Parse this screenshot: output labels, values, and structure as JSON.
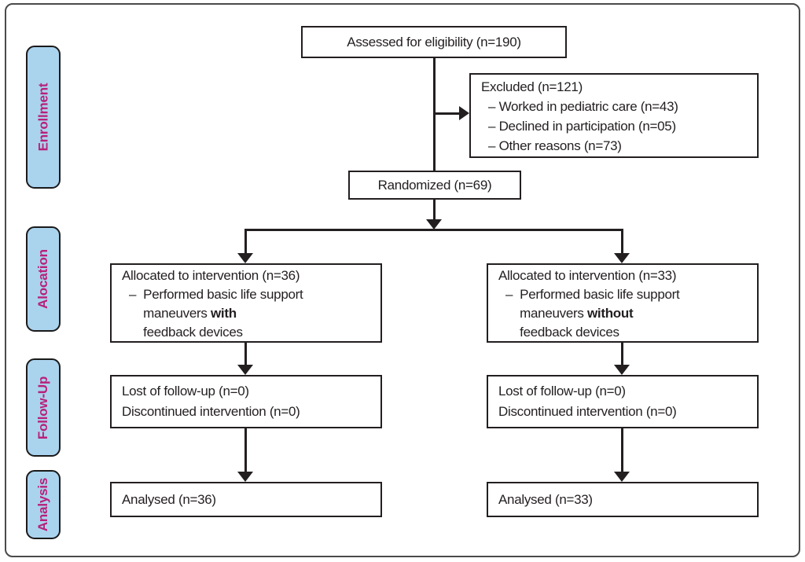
{
  "palette": {
    "stage_label_bg": "#aad3ee",
    "stage_label_text": "#b82079",
    "line_color": "#231f20",
    "box_border": "#231f20",
    "box_bg": "#ffffff"
  },
  "stage_labels": {
    "enrollment": "Enrollment",
    "allocation": "Alocation",
    "follow_up": "Follow-Up",
    "analysis": "Analysis"
  },
  "boxes": {
    "assessed": {
      "text": "Assessed for eligibility (n=190)"
    },
    "excluded": {
      "title": "Excluded (n=121)",
      "items": [
        "–  Worked in pediatric care (n=43)",
        "–  Declined in participation (n=05)",
        "–  Other reasons (n=73)"
      ]
    },
    "randomized": {
      "text": "Randomized (n=69)"
    },
    "allocation_left": {
      "title": "Allocated to intervention (n=36)",
      "dash": "–",
      "line1": "Performed basic life support",
      "line2_prefix": "maneuvers ",
      "line2_bold": "with",
      "line3": "feedback devices"
    },
    "allocation_right": {
      "title": "Allocated to intervention (n=33)",
      "dash": "–",
      "line1": "Performed basic life support",
      "line2_prefix": "maneuvers ",
      "line2_bold": "without",
      "line3": "feedback devices"
    },
    "followup_left": {
      "line1": "Lost of follow-up (n=0)",
      "line2": "Discontinued intervention (n=0)"
    },
    "followup_right": {
      "line1": "Lost of follow-up (n=0)",
      "line2": "Discontinued intervention (n=0)"
    },
    "analysed_left": {
      "text": "Analysed (n=36)"
    },
    "analysed_right": {
      "text": "Analysed (n=33)"
    }
  }
}
